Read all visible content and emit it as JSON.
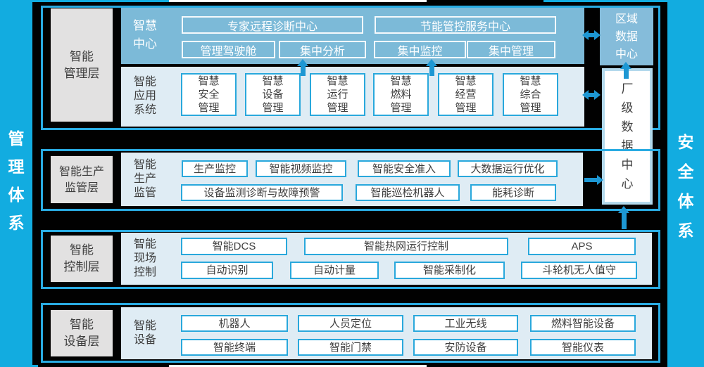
{
  "colors": {
    "cyan_bg": "#12ACE0",
    "layer_border": "#29ABE2",
    "arrow": "#1D97D3",
    "smart_center_panel": "#7CBAD8",
    "light_panel": "#DFECF4",
    "box_border": "#29A8DC",
    "gray_label": "#E2E1E1"
  },
  "rails": {
    "left": "管\n理\n体\n系",
    "right": "安\n全\n体\n系"
  },
  "datacenters": {
    "regional": "区域\n数据\n中心",
    "plant": "厂\n级\n数\n据\n中\n心"
  },
  "l1": {
    "title": "智能\n管理层",
    "center_label": "智慧\n中心",
    "expert": "专家远程诊断中心",
    "energy": "节能管控服务中心",
    "cockpit": "管理驾驶舱",
    "analysis": "集中分析",
    "monitor": "集中监控",
    "manage": "集中管理",
    "app_label": "智能\n应用\n系统",
    "apps": [
      "智慧\n安全\n管理",
      "智慧\n设备\n管理",
      "智慧\n运行\n管理",
      "智慧\n燃料\n管理",
      "智慧\n经营\n管理",
      "智慧\n综合\n管理"
    ]
  },
  "l2": {
    "title": "智能生产\n监管层",
    "label": "智能\n生产\n监管",
    "production_monitor": "生产监控",
    "video_monitor": "智能视频监控",
    "safety_access": "智能安全准入",
    "bigdata_opt": "大数据运行优化",
    "equip_warning": "设备监测诊断与故障预警",
    "inspection_robot": "智能巡检机器人",
    "energy_diagnosis": "能耗诊断"
  },
  "l3": {
    "title": "智能\n控制层",
    "label": "智能\n现场\n控制",
    "dcs": "智能DCS",
    "heatnet": "智能热网运行控制",
    "aps": "APS",
    "auto_id": "自动识别",
    "auto_measure": "自动计量",
    "sampling": "智能采制化",
    "bucket_wheel": "斗轮机无人值守"
  },
  "l4": {
    "title": "智能\n设备层",
    "label": "智能\n设备",
    "robot": "机器人",
    "positioning": "人员定位",
    "wireless": "工业无线",
    "fuel_equip": "燃料智能设备",
    "terminal": "智能终端",
    "door": "智能门禁",
    "security": "安防设备",
    "meter": "智能仪表"
  }
}
